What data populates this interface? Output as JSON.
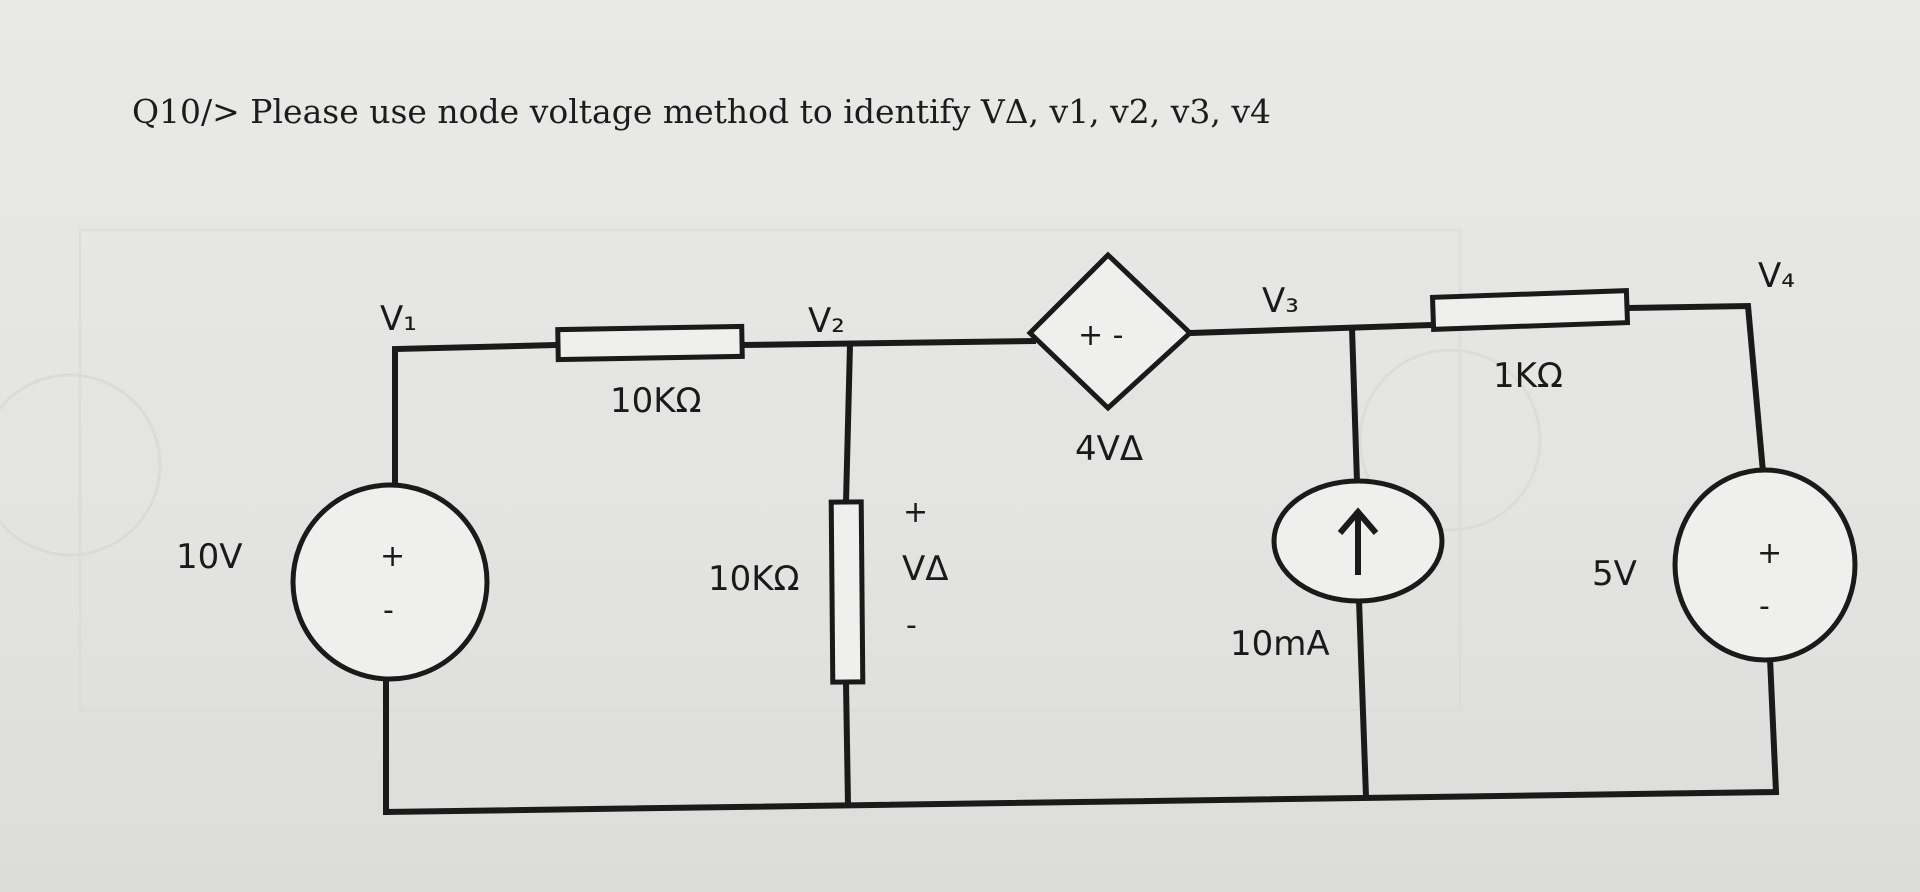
{
  "question": "Q10/> Please use node voltage method to identify VΔ, v1, v2, v3, v4",
  "nodes": {
    "v1": "V₁",
    "v2": "V₂",
    "v3": "V₃",
    "v4": "V₄"
  },
  "components": {
    "source_10v": {
      "value": "10V",
      "plus": "+",
      "minus": "-"
    },
    "resistor_top_left": {
      "value": "10KΩ"
    },
    "resistor_middle": {
      "value": "10KΩ"
    },
    "v_delta": {
      "label": "VΔ",
      "plus": "+",
      "minus": "-"
    },
    "dependent_source": {
      "signs": "+ -",
      "value": "4VΔ"
    },
    "current_source": {
      "value": "10mA",
      "icon": "arrow-up-icon"
    },
    "resistor_right": {
      "value": "1KΩ"
    },
    "source_5v": {
      "value": "5V",
      "plus": "+",
      "minus": "-"
    }
  },
  "colors": {
    "ink": "#1a1a1a",
    "paper": "#e6e6e4"
  }
}
